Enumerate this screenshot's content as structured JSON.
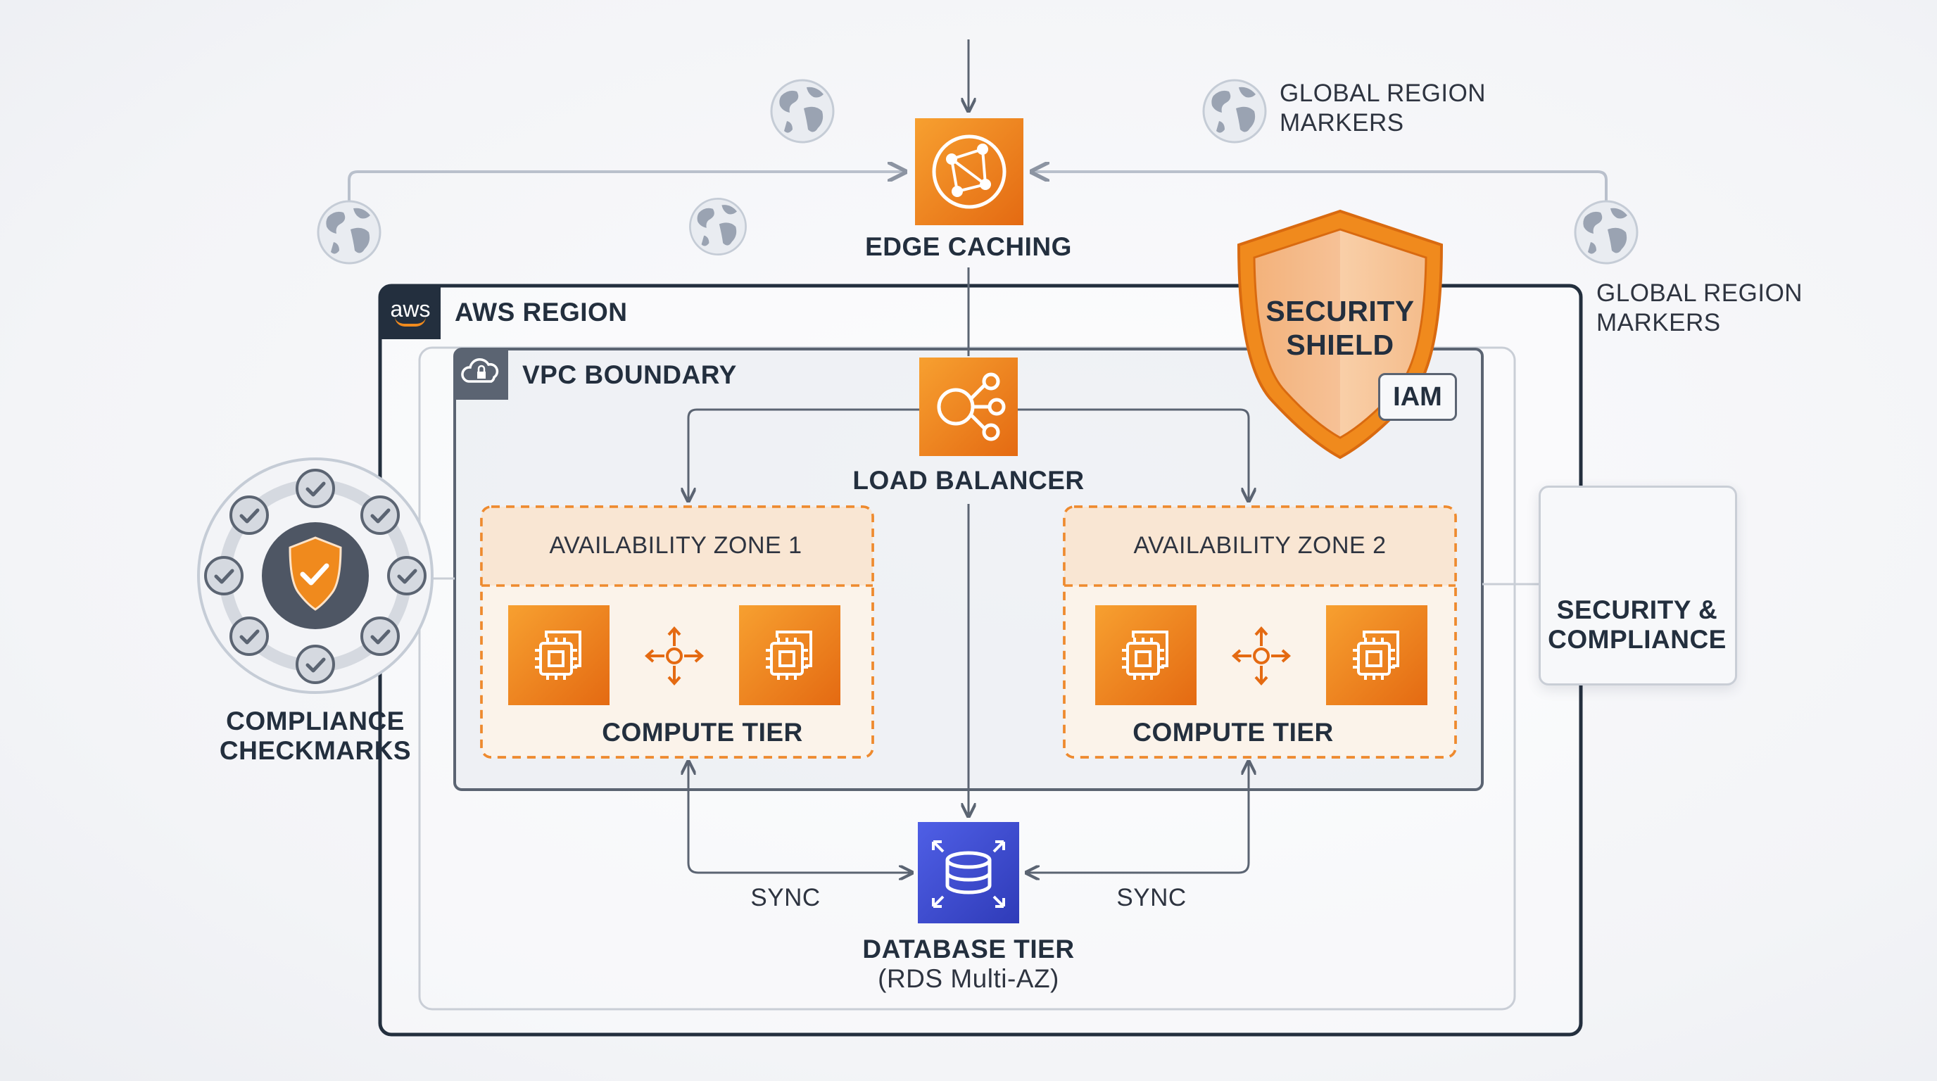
{
  "labels": {
    "edge_caching": "EDGE CACHING",
    "aws_region": "AWS REGION",
    "aws_logo_text": "aws",
    "vpc_boundary": "VPC BOUNDARY",
    "load_balancer": "LOAD BALANCER",
    "az1": "AVAILABILITY ZONE 1",
    "az2": "AVAILABILITY ZONE 2",
    "compute_tier_1": "COMPUTE TIER",
    "compute_tier_2": "COMPUTE TIER",
    "database_tier": "DATABASE TIER",
    "database_sub": "(RDS Multi-AZ)",
    "sync_left": "SYNC",
    "sync_right": "SYNC",
    "security_shield_l1": "SECURITY",
    "security_shield_l2": "SHIELD",
    "iam": "IAM",
    "global_markers_top_l1": "GLOBAL REGION",
    "global_markers_top_l2": "MARKERS",
    "global_markers_right_l1": "GLOBAL REGION",
    "global_markers_right_l2": "MARKERS",
    "security_compliance_l1": "SECURITY &",
    "security_compliance_l2": "COMPLIANCE",
    "compliance_l1": "COMPLIANCE",
    "compliance_l2": "CHECKMARKS"
  },
  "icons": {
    "edge": "globe-network-icon",
    "load_balancer": "load-balancer-icon",
    "compute": "cpu-chip-icon",
    "scale": "scale-arrows-icon",
    "database": "database-icon",
    "globe": "globe-icon",
    "shield": "shield-icon",
    "checklist": "checklist-shield-icon",
    "check": "check-circle-icon",
    "vpc": "cloud-lock-icon"
  },
  "colors": {
    "orange": "#f08a1d",
    "orange_dark": "#e2650e",
    "db_blue": "#3b48cc",
    "navy": "#232f3e",
    "line": "#5b6472",
    "light_line": "#b9c0cc",
    "az_fill": "#f9e6d3"
  }
}
